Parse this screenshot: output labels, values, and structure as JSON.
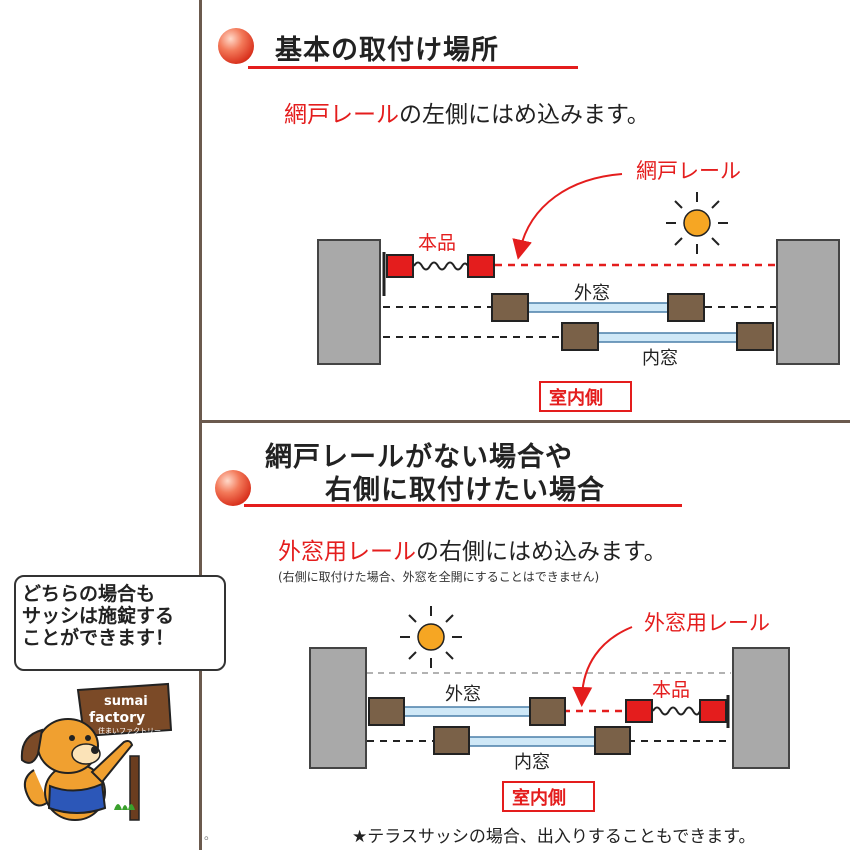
{
  "section1": {
    "heading": "基本の取付け場所",
    "lead_red": "網戸レール",
    "lead_rest": "の左側にはめ込みます。",
    "rail_label": "網戸レール",
    "product_label": "本品",
    "outer_window": "外窓",
    "inner_window": "内窓",
    "indoor_side": "室内側"
  },
  "section2": {
    "heading_line1": "網戸レールがない場合や",
    "heading_line2": "右側に取付けたい場合",
    "lead_red": "外窓用レール",
    "lead_rest": "の右側にはめ込みます。",
    "note": "(右側に取付けた場合、外窓を全開にすることはできません)",
    "rail_label": "外窓用レール",
    "product_label": "本品",
    "outer_window": "外窓",
    "inner_window": "内窓",
    "indoor_side": "室内側",
    "footer": "★テラスサッシの場合、出入りすることもできます。",
    "small_mark": "。"
  },
  "callout": {
    "lines": [
      "どちらの場合も",
      "サッシは施錠する",
      "ことができます！"
    ]
  },
  "mascot": {
    "sign_line1": "sumai",
    "sign_line2": "factory",
    "sign_line3": "住まいファクトリー"
  },
  "colors": {
    "accent_red": "#e41d1d",
    "divider": "#6b5a4e",
    "wall_gray": "#a9a9a9",
    "frame_brown": "#7a6148",
    "glass_blue": "#cfe8f7",
    "sun": "#f6a623"
  },
  "icons": [
    "sun-icon",
    "arrow-icon",
    "ball-bullet-icon"
  ]
}
